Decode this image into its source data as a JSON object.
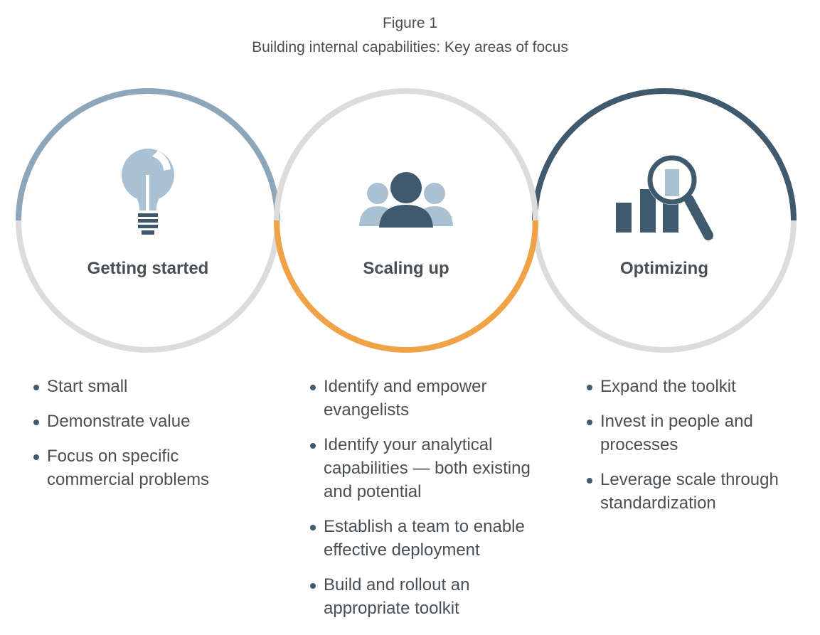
{
  "figure": {
    "number": "Figure 1",
    "title": "Building internal capabilities: Key areas of focus"
  },
  "colors": {
    "ring_gray": "#dcdcdc",
    "stage1_accent": "#8da6b9",
    "stage2_accent": "#f0a246",
    "stage3_accent": "#3f5a6d",
    "icon_light": "#a9c1d2",
    "icon_dark": "#3f5a6d",
    "text": "#4a4f54"
  },
  "stages": [
    {
      "label": "Getting started",
      "icon": "lightbulb-icon",
      "bullets": [
        "Start small",
        "Demonstrate value",
        "Focus on specific commercial problems"
      ]
    },
    {
      "label": "Scaling up",
      "icon": "people-group-icon",
      "bullets": [
        "Identify and empower evangelists",
        "Identify your analytical capabilities — both existing and potential",
        "Establish a team to enable effective deployment",
        "Build and rollout an appropriate toolkit"
      ]
    },
    {
      "label": "Optimizing",
      "icon": "chart-magnifier-icon",
      "bullets": [
        "Expand the toolkit",
        "Invest in people and processes",
        "Leverage scale through standardization"
      ]
    }
  ]
}
